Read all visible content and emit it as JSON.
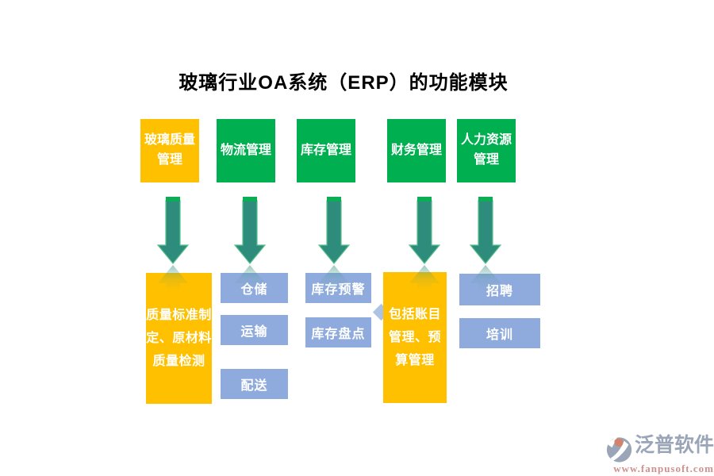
{
  "title": "玻璃行业OA系统（ERP）的功能模块",
  "columns": [
    {
      "header": "玻璃质量管理",
      "header_style": "gold",
      "detail": "质量标准制定、原材料质量检测",
      "items": []
    },
    {
      "header": "物流管理",
      "header_style": "green",
      "items": [
        "仓储",
        "运输",
        "配送"
      ]
    },
    {
      "header": "库存管理",
      "header_style": "green",
      "items": [
        "库存预警",
        "库存盘点"
      ]
    },
    {
      "header": "财务管理",
      "header_style": "green",
      "detail": "包括账目管理、预算管理",
      "items": []
    },
    {
      "header": "人力资源管理",
      "header_style": "green",
      "items": [
        "招聘",
        "培训"
      ]
    }
  ],
  "watermark": {
    "brand": "泛普软件",
    "url": "www.fanpusoft.com",
    "logo_icon": "fanpu-swoosh-icon"
  },
  "colors": {
    "gold": "#FFC000",
    "green": "#00B050",
    "item_blue": "#8FAADC",
    "arrow_teal": "#2E8C7D",
    "arrow_edge": "#58C189",
    "arrow_cap": "#0CAE55",
    "diamond_blue": "#AEC3E3",
    "brand_gray": "#9AA5B8",
    "brand_url_pink": "#D0908C",
    "title_black": "#000000"
  }
}
